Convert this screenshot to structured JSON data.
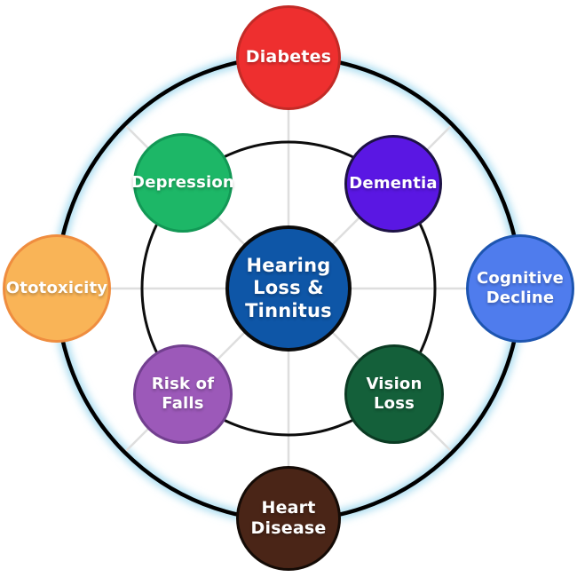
{
  "diagram": {
    "center": {
      "label": "Hearing Loss & Tinnitus",
      "fill": "#0e56a7",
      "border": "#0a0a0a",
      "text_color": "#ffffff"
    },
    "nodes": [
      {
        "id": "diabetes",
        "label": "Diabetes",
        "fill": "#ee2f2f",
        "border": "#c32a26",
        "position": "top"
      },
      {
        "id": "dementia",
        "label": "Dementia",
        "fill": "#5a17e3",
        "border": "#1d1245",
        "position": "top-right"
      },
      {
        "id": "cognitive-decline",
        "label": "Cognitive Decline",
        "fill": "#4f7ced",
        "border": "#1d55b0",
        "position": "right"
      },
      {
        "id": "vision-loss",
        "label": "Vision Loss",
        "fill": "#14603a",
        "border": "#0b3b23",
        "position": "bottom-right"
      },
      {
        "id": "heart-disease",
        "label": "Heart Disease",
        "fill": "#4a2517",
        "border": "#140b06",
        "position": "bottom"
      },
      {
        "id": "risk-of-falls",
        "label": "Risk of Falls",
        "fill": "#9c59b9",
        "border": "#723f8f",
        "position": "bottom-left"
      },
      {
        "id": "ototoxicity",
        "label": "Ototoxicity",
        "fill": "#f9b457",
        "border": "#ef8d3f",
        "position": "left"
      },
      {
        "id": "depression",
        "label": "Depression",
        "fill": "#1db767",
        "border": "#129855",
        "position": "top-left"
      }
    ],
    "rings": {
      "inner_color": "#0d0d0d",
      "outer_color": "#000000",
      "glow_color": "#a8dcf0",
      "spoke_color": "#dedede"
    }
  }
}
